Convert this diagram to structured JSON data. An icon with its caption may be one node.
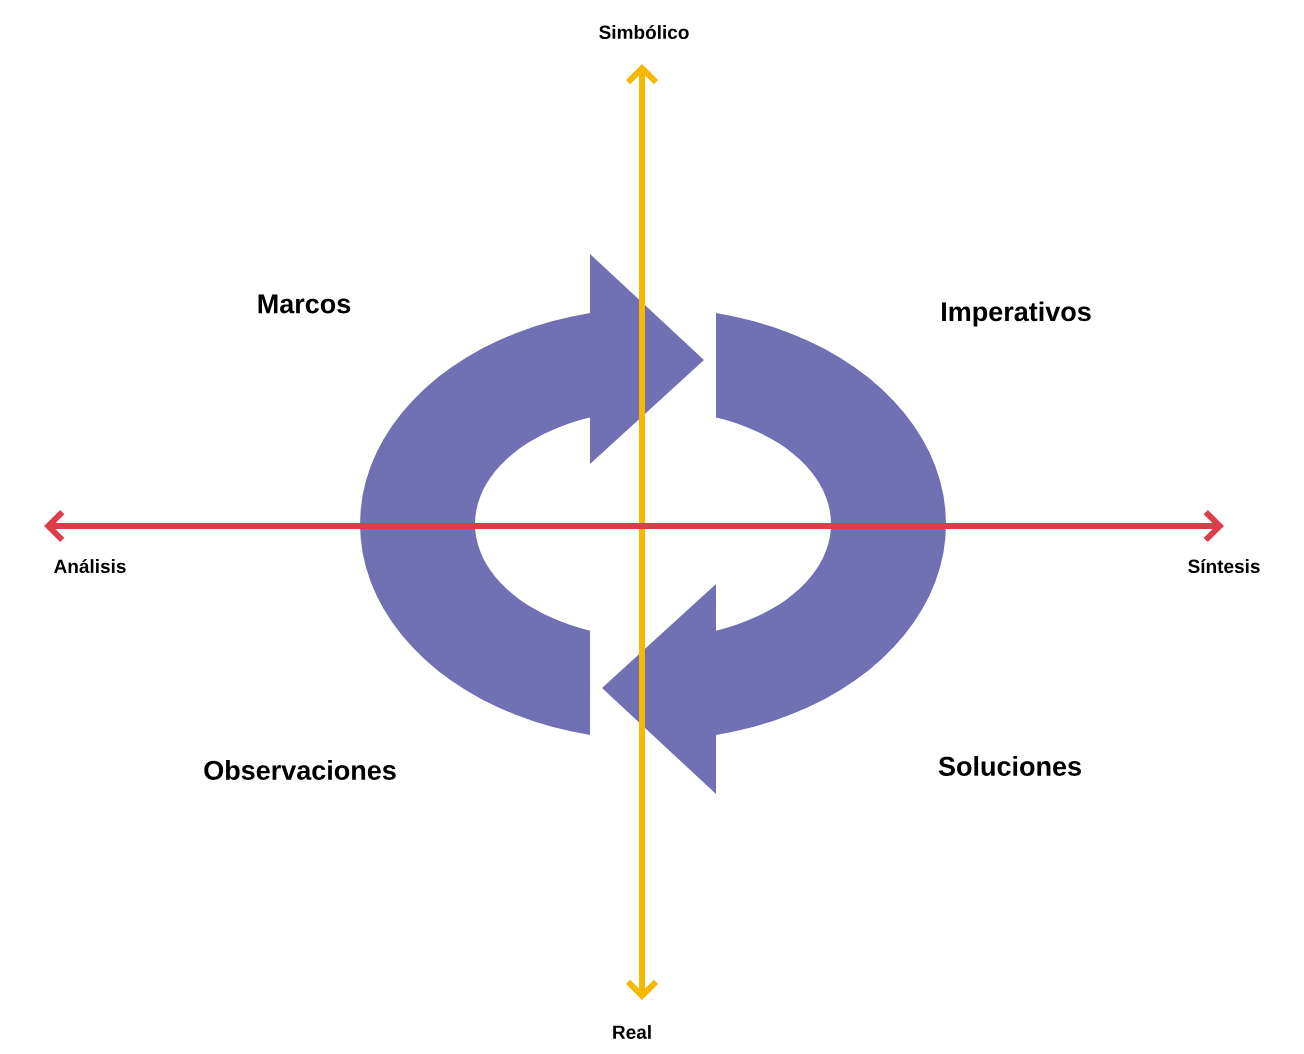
{
  "diagram": {
    "labels": [
      "Simbólico",
      "Marcos",
      "Imperativos",
      "Análisis",
      "Síntesis",
      "Observaciones",
      "Soluciones",
      "Real"
    ]
  }
}
